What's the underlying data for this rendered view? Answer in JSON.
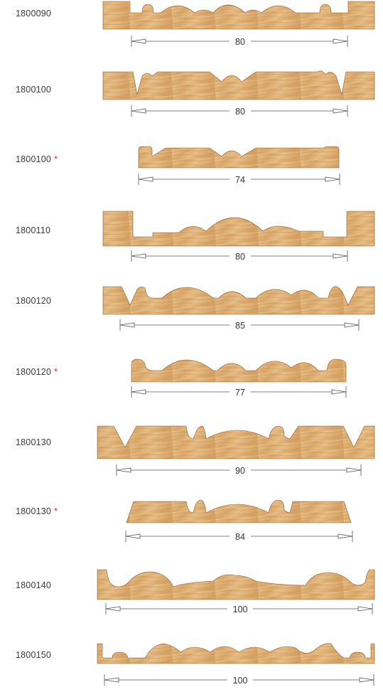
{
  "profiles": [
    {
      "code": "1800090",
      "star": "",
      "dimension": "80"
    },
    {
      "code": "1800100",
      "star": "",
      "dimension": "80"
    },
    {
      "code": "1800100",
      "star": "*",
      "dimension": "74"
    },
    {
      "code": "1800110",
      "star": "",
      "dimension": "80"
    },
    {
      "code": "1800120",
      "star": "",
      "dimension": "85"
    },
    {
      "code": "1800120",
      "star": "*",
      "dimension": "77"
    },
    {
      "code": "1800130",
      "star": "",
      "dimension": "90"
    },
    {
      "code": "1800130",
      "star": "*",
      "dimension": "84"
    },
    {
      "code": "1800140",
      "star": "",
      "dimension": "100"
    },
    {
      "code": "1800150",
      "star": "",
      "dimension": "100"
    }
  ],
  "colors": {
    "wood_light": "#e9c38e",
    "wood_dark": "#cf9a5c",
    "grain": "#b97f45",
    "star": "#d9302c"
  }
}
